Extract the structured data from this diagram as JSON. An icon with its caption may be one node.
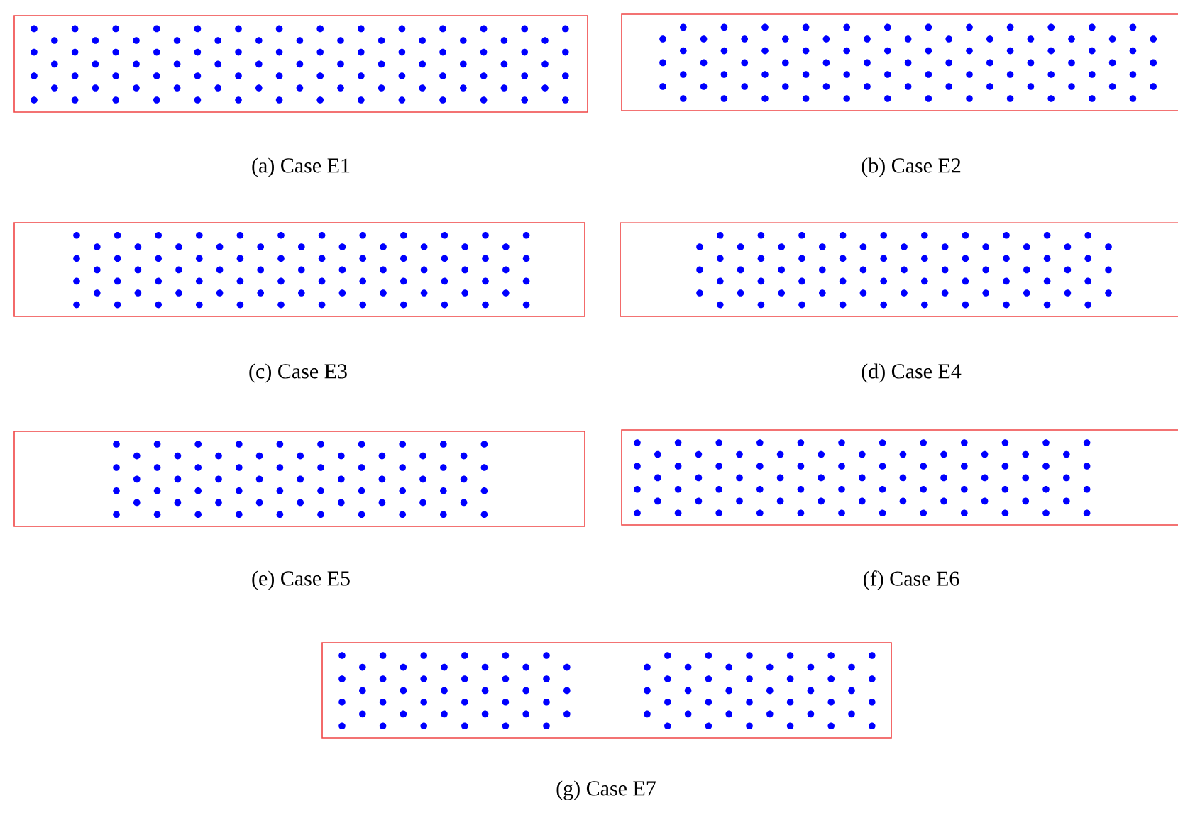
{
  "diagram": {
    "labels": [
      "(a) Case E1",
      "(b) Case E2",
      "(c) Case E3",
      "(d) Case E4",
      "(e) Case E5",
      "(f) Case E6",
      "(g) Case E7"
    ]
  }
}
